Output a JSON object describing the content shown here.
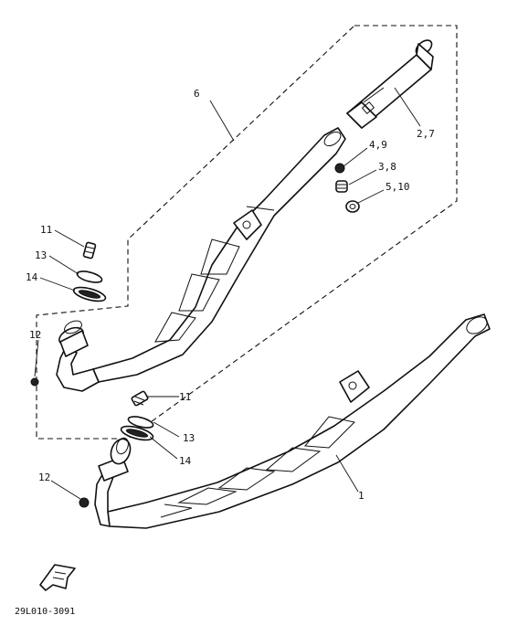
{
  "diagram": {
    "parts": [
      {
        "key": "p1",
        "label": "1"
      },
      {
        "key": "p27",
        "label": "2,7"
      },
      {
        "key": "p38",
        "label": "3,8"
      },
      {
        "key": "p49",
        "label": "4,9"
      },
      {
        "key": "p510",
        "label": "5,10"
      },
      {
        "key": "p6",
        "label": "6"
      },
      {
        "key": "p11a",
        "label": "11"
      },
      {
        "key": "p11b",
        "label": "11"
      },
      {
        "key": "p12a",
        "label": "12"
      },
      {
        "key": "p12b",
        "label": "12"
      },
      {
        "key": "p13a",
        "label": "13"
      },
      {
        "key": "p13b",
        "label": "13"
      },
      {
        "key": "p14a",
        "label": "14"
      },
      {
        "key": "p14b",
        "label": "14"
      }
    ],
    "drawing_code": "29L010-3091"
  }
}
